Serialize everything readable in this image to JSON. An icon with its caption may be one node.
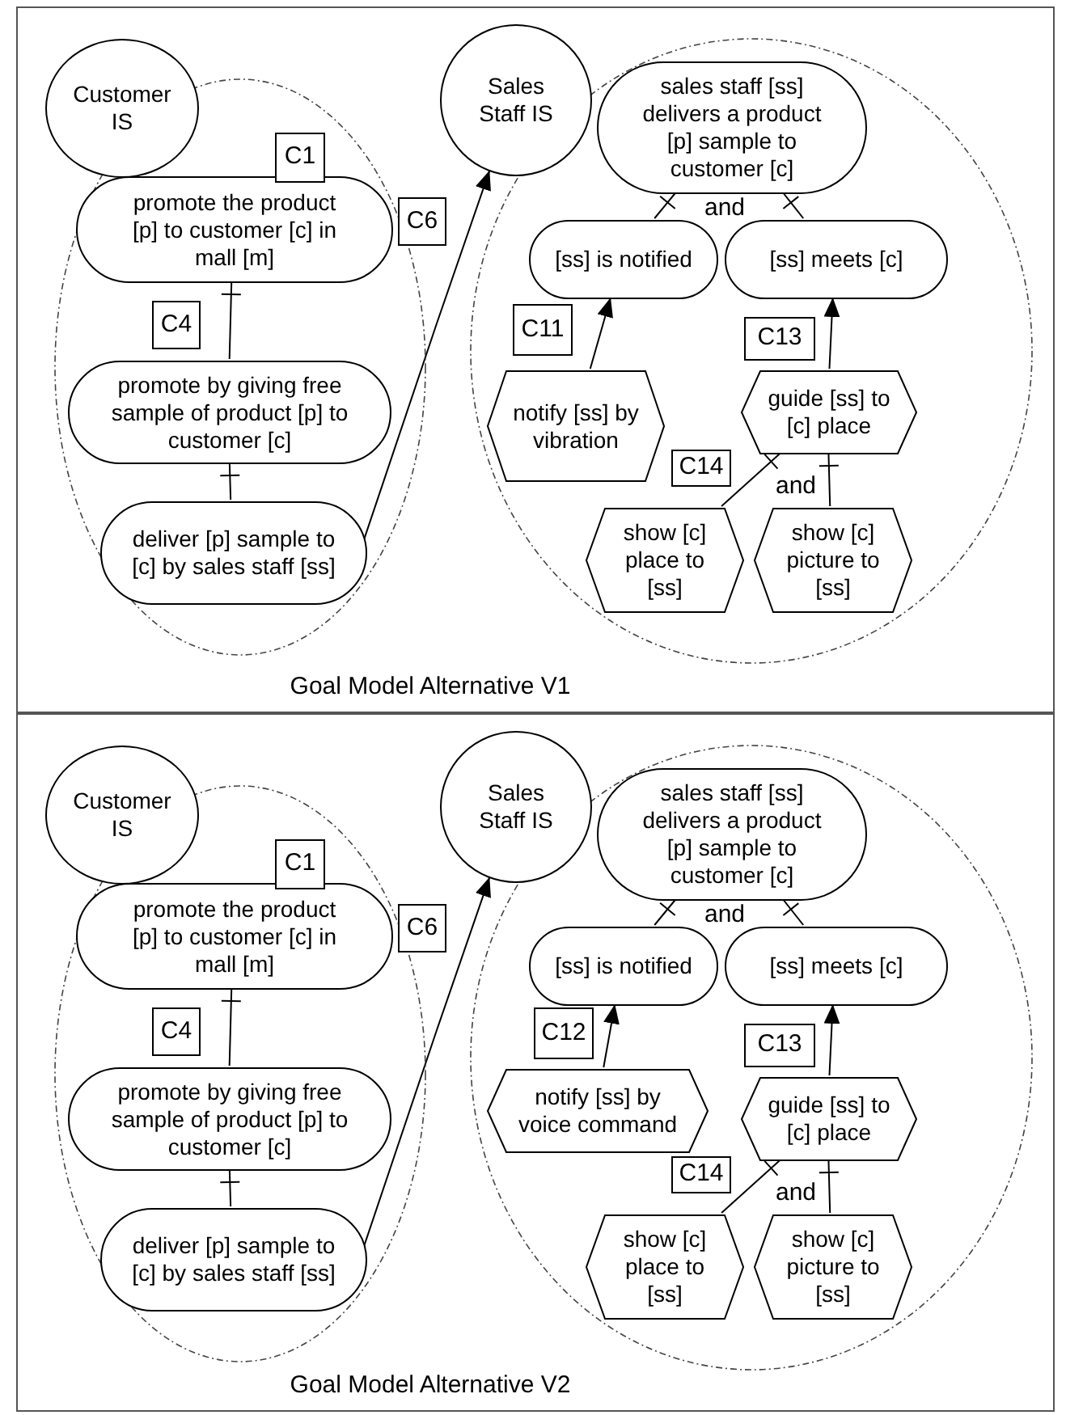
{
  "diagram": {
    "nodes": [
      {
        "text": [
          "Goal Model Alternative V1"
        ]
      },
      {
        "text": [
          "Customer IS"
        ],
        "in": 0
      },
      {
        "text": [],
        "shape": "ellipse",
        "in": 0
      },
      {
        "text": [
          "promote the product [p] to customer [c] in mall [m]"
        ],
        "in": 2,
        "beside": [
          "C1"
        ]
      },
      {
        "text": [
          "promote by giving free sample of product [p] to customer [c]"
        ],
        "in": 2
      },
      {
        "text": [
          "deliver [p] sample to [c] by sales staff [ss]"
        ],
        "in": 2
      },
      {
        "text": [
          "Sales Staff IS"
        ],
        "in": 0
      },
      {
        "text": [],
        "shape": "ellipse",
        "in": 0
      },
      {
        "text": [
          "sales staff [ss] delivers a product [p] sample to customer [c]"
        ],
        "in": 7
      },
      {
        "text": [
          "[ss] is notified"
        ],
        "in": 7
      },
      {
        "text": [
          "[ss] meets [c]"
        ],
        "in": 7
      },
      {
        "text": [
          "notify [ss] by vibration"
        ],
        "in": 7
      },
      {
        "text": [
          "guide [ss] to [c] place"
        ],
        "in": 7
      },
      {
        "text": [
          "show [c] place to [ss]"
        ],
        "in": 7
      },
      {
        "text": [
          "show [c] picture to [ss]"
        ],
        "in": 7
      },
      {
        "text": [
          "Goal Model Alternative V2"
        ]
      },
      {
        "text": [
          "Customer IS"
        ],
        "in": 15
      },
      {
        "text": [],
        "shape": "ellipse",
        "in": 15
      },
      {
        "text": [
          "promote the product [p] to customer [c] in mall [m]"
        ],
        "in": 17,
        "beside": [
          "C1"
        ]
      },
      {
        "text": [
          "promote by giving free sample of product [p] to customer [c]"
        ],
        "in": 17
      },
      {
        "text": [
          "deliver [p] sample to [c] by sales staff [ss]"
        ],
        "in": 17
      },
      {
        "text": [
          "Sales Staff IS"
        ],
        "in": 15
      },
      {
        "text": [],
        "shape": "ellipse",
        "in": 15
      },
      {
        "text": [
          "sales staff [ss] delivers a product [p] sample to customer [c]"
        ],
        "in": 22
      },
      {
        "text": [
          "[ss] is notified"
        ],
        "in": 22
      },
      {
        "text": [
          "[ss] meets [c]"
        ],
        "in": 22
      },
      {
        "text": [
          "notify [ss] by voice command"
        ],
        "in": 22
      },
      {
        "text": [
          "guide [ss] to [c] place"
        ],
        "in": 22
      },
      {
        "text": [
          "show [c] place to [ss]"
        ],
        "in": 22
      },
      {
        "text": [
          "show [c] picture to [ss]"
        ],
        "in": 22
      }
    ],
    "edges": [
      {
        "from": 4,
        "to": 3,
        "arrow": "other",
        "label": "C4"
      },
      {
        "from": 5,
        "to": 4,
        "arrow": "other"
      },
      {
        "from": 5,
        "to": 6,
        "arrow": "to",
        "label": "C6"
      },
      {
        "from": 9,
        "to": 8,
        "arrow": "other"
      },
      {
        "from": 10,
        "to": 8,
        "arrow": "other"
      },
      {
        "from": 11,
        "to": 9,
        "arrow": "to",
        "label": "C11"
      },
      {
        "from": 12,
        "to": 10,
        "arrow": "to",
        "label": "C13"
      },
      {
        "from": 13,
        "to": 12,
        "arrow": "other",
        "label": "C14"
      },
      {
        "from": 14,
        "to": 12,
        "arrow": "other"
      },
      {
        "from": 19,
        "to": 18,
        "arrow": "other",
        "label": "C4"
      },
      {
        "from": 20,
        "to": 19,
        "arrow": "other"
      },
      {
        "from": 20,
        "to": 21,
        "arrow": "to",
        "label": "C6"
      },
      {
        "from": 24,
        "to": 23,
        "arrow": "other"
      },
      {
        "from": 25,
        "to": 23,
        "arrow": "other"
      },
      {
        "from": 26,
        "to": 24,
        "arrow": "to",
        "label": "C12"
      },
      {
        "from": 27,
        "to": 25,
        "arrow": "to",
        "label": "C13"
      },
      {
        "from": 28,
        "to": 27,
        "arrow": "other",
        "label": "C14"
      },
      {
        "from": 29,
        "to": 27,
        "arrow": "other"
      }
    ],
    "labels": [
      "and",
      "and",
      "and",
      "and"
    ]
  }
}
